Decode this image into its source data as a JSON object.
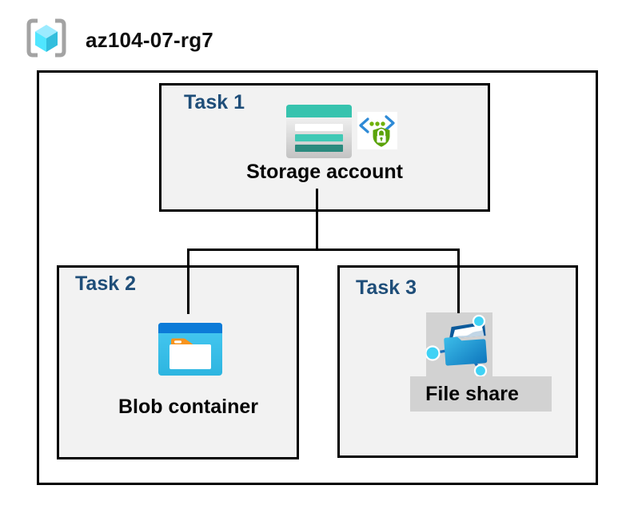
{
  "header": {
    "title": "az104-07-rg7"
  },
  "tasks": [
    {
      "label": "Task 1",
      "node": "Storage account"
    },
    {
      "label": "Task 2",
      "node": "Blob container"
    },
    {
      "label": "Task 3",
      "node": "File share"
    }
  ],
  "icons": {
    "resource_group": "resource-group-icon",
    "storage_account": "storage-account-icon",
    "secure_access": "secure-access-icon",
    "blob_container": "blob-container-icon",
    "file_share": "file-share-icon"
  },
  "colors": {
    "task_label": "#1F4E79",
    "box_fill": "#F2F2F2",
    "border": "#000000",
    "storage_teal": "#37C3AE",
    "storage_dark_teal": "#2B8A7E",
    "blob_blue": "#0C7BD8",
    "blob_cyan": "#3AC1EB",
    "file_share_node_cyan": "#3FD2F5",
    "secure_green": "#5BA30A",
    "bracket_gray": "#A3A3A3",
    "highlight_gray": "#D2D2D2"
  }
}
